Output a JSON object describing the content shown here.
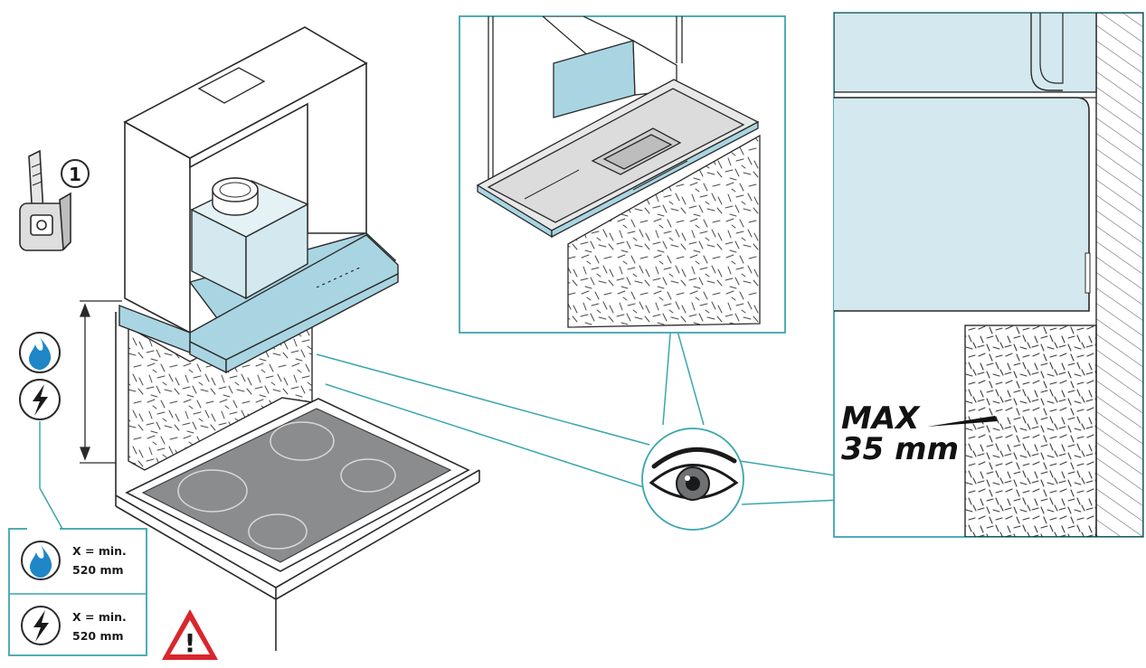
{
  "colors": {
    "accent": "#3aa6ae",
    "hood_blue": "#a9d5e2",
    "cabinet_blue": "#d3e9ef",
    "flame": "#1f86c8",
    "warning": "#d9262d",
    "outline": "#2a2a2a",
    "cooktop": "#8a8c8e"
  },
  "icons": [
    "spirit-level-icon",
    "gas-flame-icon",
    "electric-bolt-icon",
    "eye-icon",
    "warning-triangle-icon"
  ],
  "step_marker": {
    "number": "1"
  },
  "specs": {
    "gas": {
      "line1": "X = min.",
      "line2": "520 mm"
    },
    "electric": {
      "line1": "X = min.",
      "line2": "520 mm"
    }
  },
  "detail_right": {
    "max_line1": "MAX",
    "max_line2": "35 mm"
  },
  "warning": {
    "symbol": "!"
  }
}
